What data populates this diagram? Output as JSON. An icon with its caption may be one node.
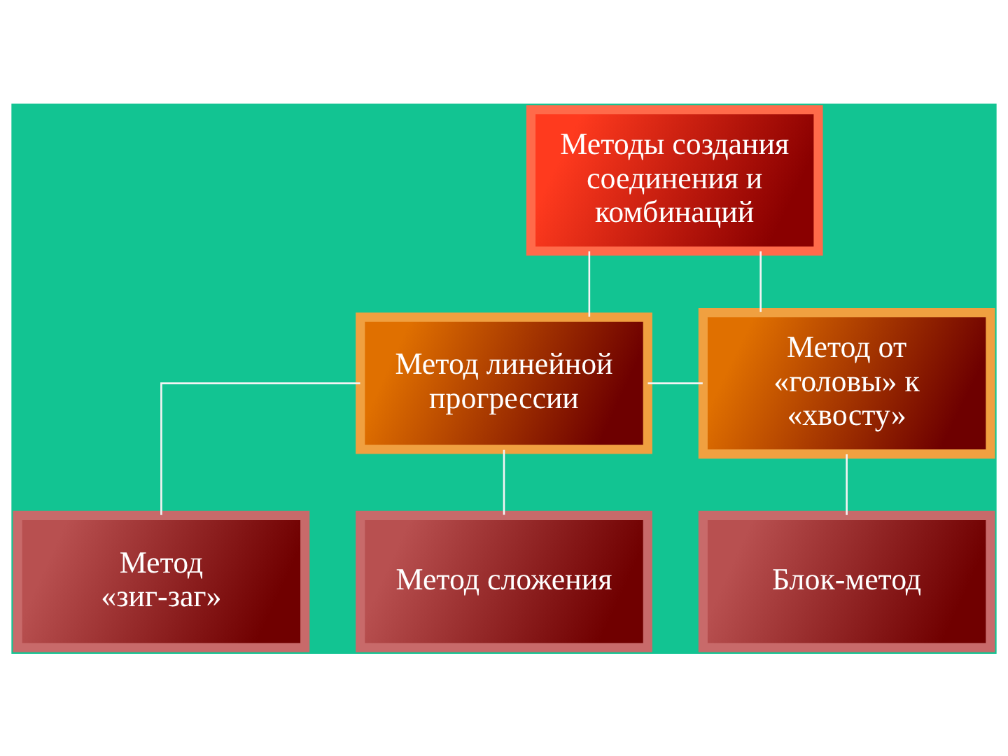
{
  "diagram": {
    "nodes": [
      {
        "text": [
          "Методы создания соединения и комбинаций"
        ]
      },
      {
        "text": [
          "Метод линейной прогрессии"
        ]
      },
      {
        "text": [
          "Метод от «головы» к «хвосту»"
        ]
      },
      {
        "text": [
          "Метод «зиг-заг»"
        ]
      },
      {
        "text": [
          "Метод сложения"
        ]
      },
      {
        "text": [
          "Блок-метод"
        ]
      }
    ],
    "edges": [
      {
        "from": 0,
        "to": 1,
        "arrow": "none"
      },
      {
        "from": 0,
        "to": 2,
        "arrow": "none"
      },
      {
        "from": 1,
        "to": 2,
        "arrow": "none"
      },
      {
        "from": 1,
        "to": 3,
        "arrow": "none"
      },
      {
        "from": 1,
        "to": 4,
        "arrow": "none"
      },
      {
        "from": 2,
        "to": 5,
        "arrow": "none"
      }
    ]
  }
}
